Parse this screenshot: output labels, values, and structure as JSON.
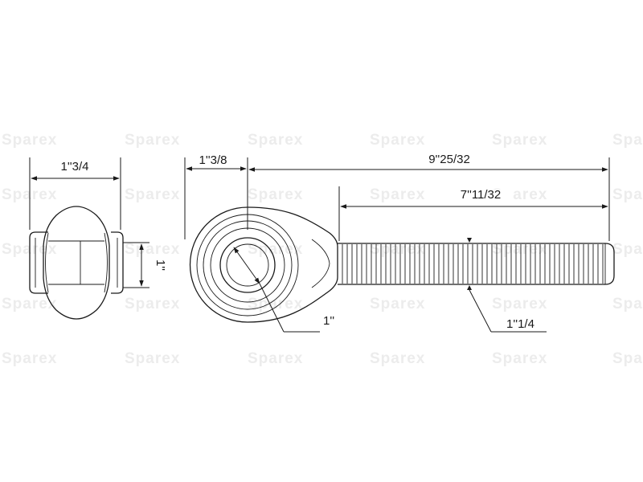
{
  "watermark": {
    "text": "Sparex"
  },
  "dimensions": {
    "ball_width": "1''3/4",
    "bore_height": "1''",
    "eye_offset": "1''3/8",
    "overall_length": "9''25/32",
    "thread_length": "7''11/32",
    "bore_diameter": "1''",
    "thread_diameter": "1''1/4"
  }
}
